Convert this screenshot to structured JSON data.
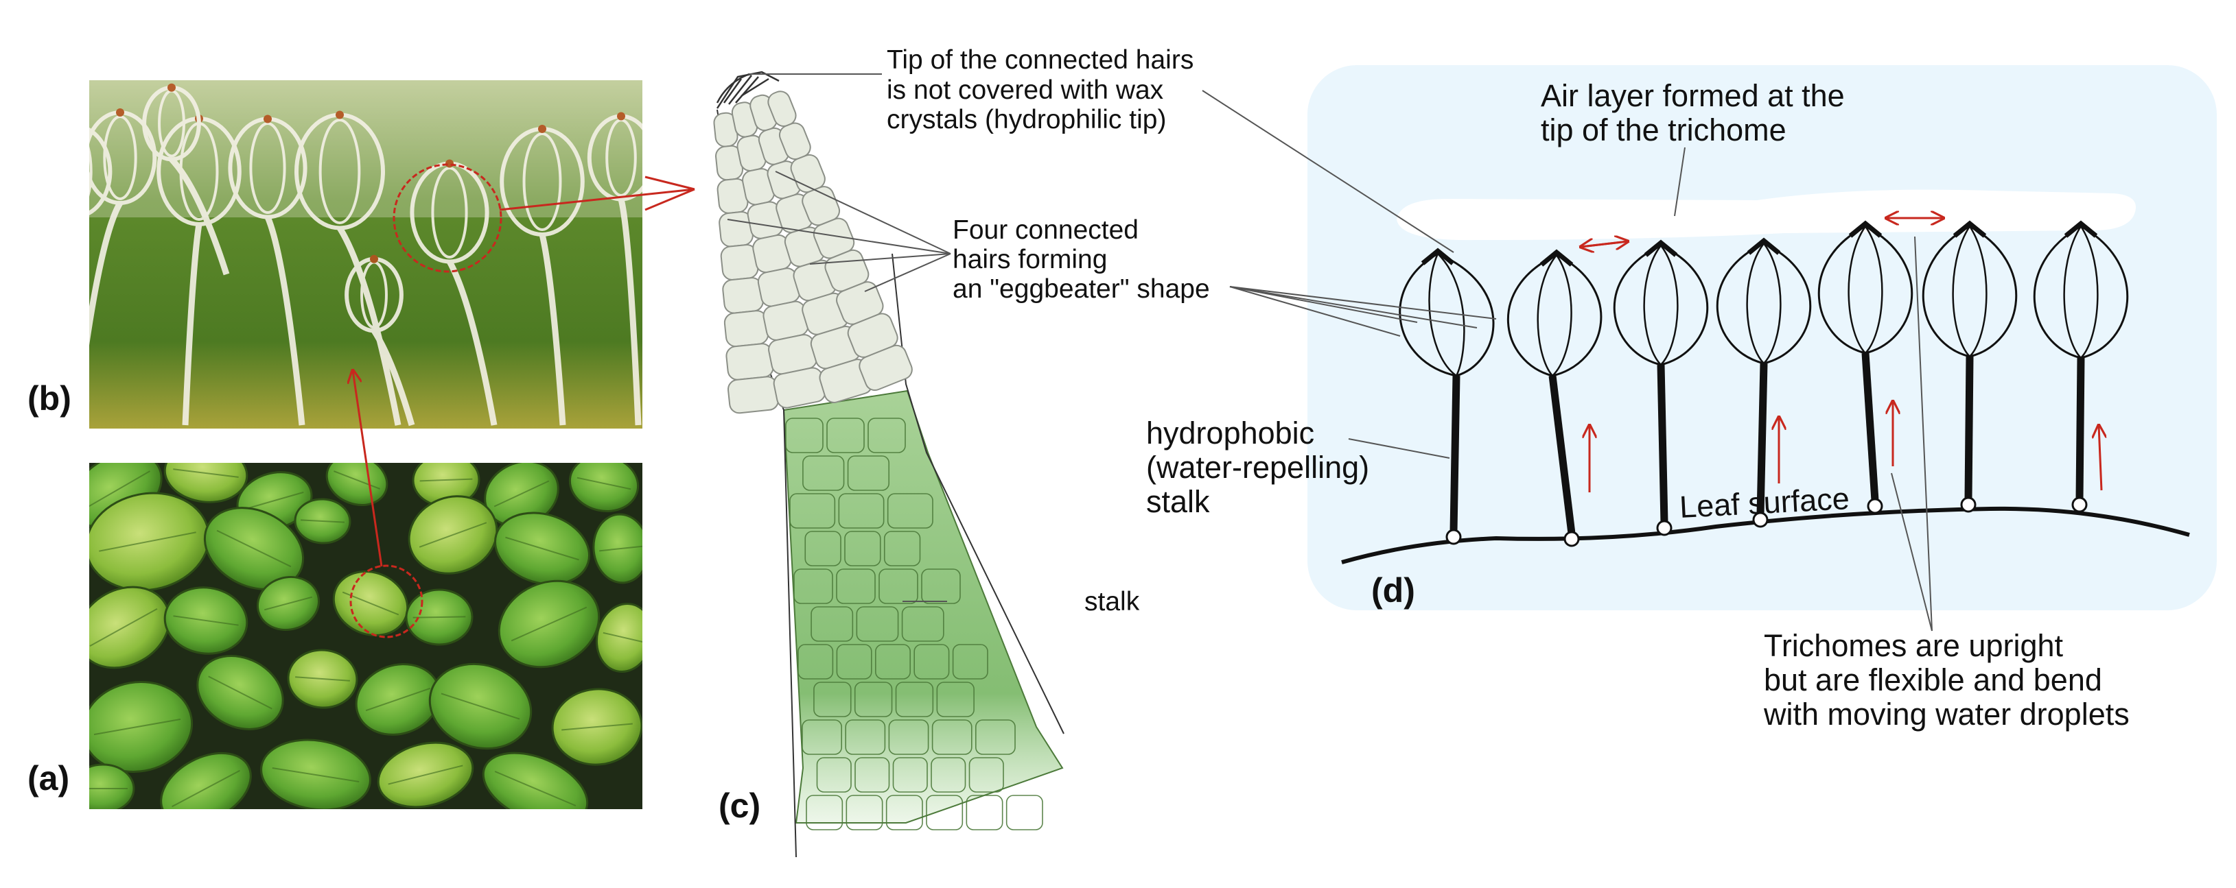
{
  "panels": {
    "a": "(a)",
    "b": "(b)",
    "c": "(c)",
    "d": "(d)"
  },
  "panel_c": {
    "tip_note": [
      "Tip of the connected hairs",
      "is not covered with wax",
      "crystals (hydrophilic tip)"
    ],
    "four_hairs_note": [
      "Four connected",
      "hairs forming",
      "an \"eggbeater\" shape"
    ],
    "stalk_label": "stalk"
  },
  "panel_d": {
    "air_layer_note": [
      "Air layer formed at the",
      "tip of the trichome"
    ],
    "stalk_note": [
      "hydrophobic",
      "(water-repelling)",
      "stalk"
    ],
    "leaf_surface": "Leaf surface",
    "trichome_note": [
      "Trichomes are upright",
      "but are flexible and bend",
      "with moving water droplets"
    ]
  },
  "colors": {
    "highlight_red": "#c8281e",
    "water_blue": "#eaf6fd",
    "plant_green": "#6aa84f",
    "hair_green": "#3f7f31"
  }
}
